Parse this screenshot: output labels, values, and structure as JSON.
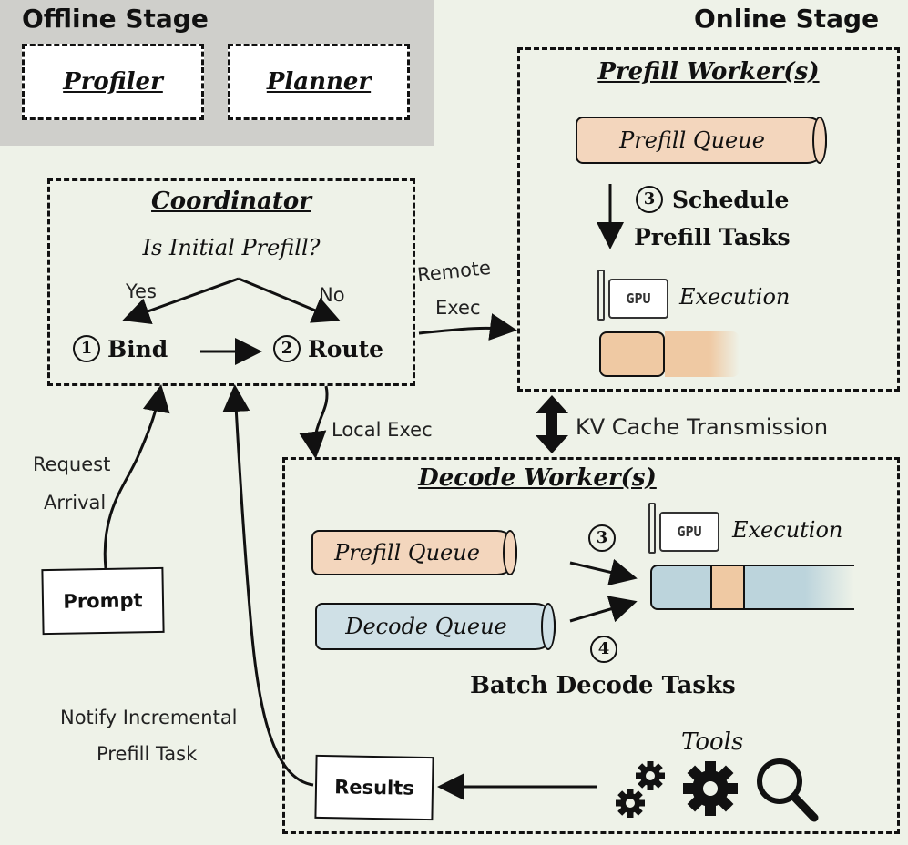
{
  "offline": {
    "title": "Offline Stage",
    "profiler": "Profiler",
    "planner": "Planner"
  },
  "online": {
    "title": "Online Stage"
  },
  "coordinator": {
    "title": "Coordinator",
    "question": "Is Initial Prefill?",
    "yes": "Yes",
    "no": "No",
    "bind_num": "1",
    "bind": "Bind",
    "route_num": "2",
    "route": "Route"
  },
  "prefill_worker": {
    "title": "Prefill Worker(s)",
    "queue": "Prefill Queue",
    "step_num": "3",
    "step_line1": "Schedule",
    "step_line2": "Prefill Tasks",
    "gpu": "GPU",
    "execution": "Execution"
  },
  "decode_worker": {
    "title": "Decode Worker(s)",
    "prefill_queue": "Prefill Queue",
    "decode_queue": "Decode Queue",
    "num3": "3",
    "num4": "4",
    "gpu": "GPU",
    "execution": "Execution",
    "batch": "Batch Decode Tasks",
    "tools": "Tools"
  },
  "edges": {
    "remote_line1": "Remote",
    "remote_line2": "Exec",
    "local": "Local Exec",
    "kv": "KV Cache Transmission",
    "request_line1": "Request",
    "request_line2": "Arrival",
    "notify_line1": "Notify Incremental",
    "notify_line2": "Prefill Task"
  },
  "docs": {
    "prompt": "Prompt",
    "results": "Results"
  },
  "colors": {
    "background": "#eef2e8",
    "offline_bg": "#cfcfcb",
    "prefill": "#f3d6bd",
    "decode": "#cfe0e6",
    "prefill_block": "#efc9a3",
    "decode_block": "#bcd4dc"
  },
  "icons": [
    "gpu-icon",
    "gear-icon",
    "search-icon",
    "arrow-icon"
  ]
}
